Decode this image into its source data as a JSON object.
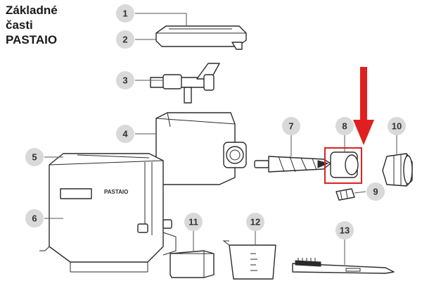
{
  "title": {
    "line1": "Základné",
    "line2": "časti",
    "line3": "PASTAIO"
  },
  "machine_brand": "PASTAIO",
  "callouts": [
    "1",
    "2",
    "3",
    "4",
    "5",
    "6",
    "7",
    "8",
    "9",
    "10",
    "11",
    "12",
    "13"
  ],
  "colors": {
    "callout_bubble": "#d9d9d9",
    "highlight": "#e02020",
    "line": "#2b2b2b"
  },
  "highlighted_part": "8"
}
